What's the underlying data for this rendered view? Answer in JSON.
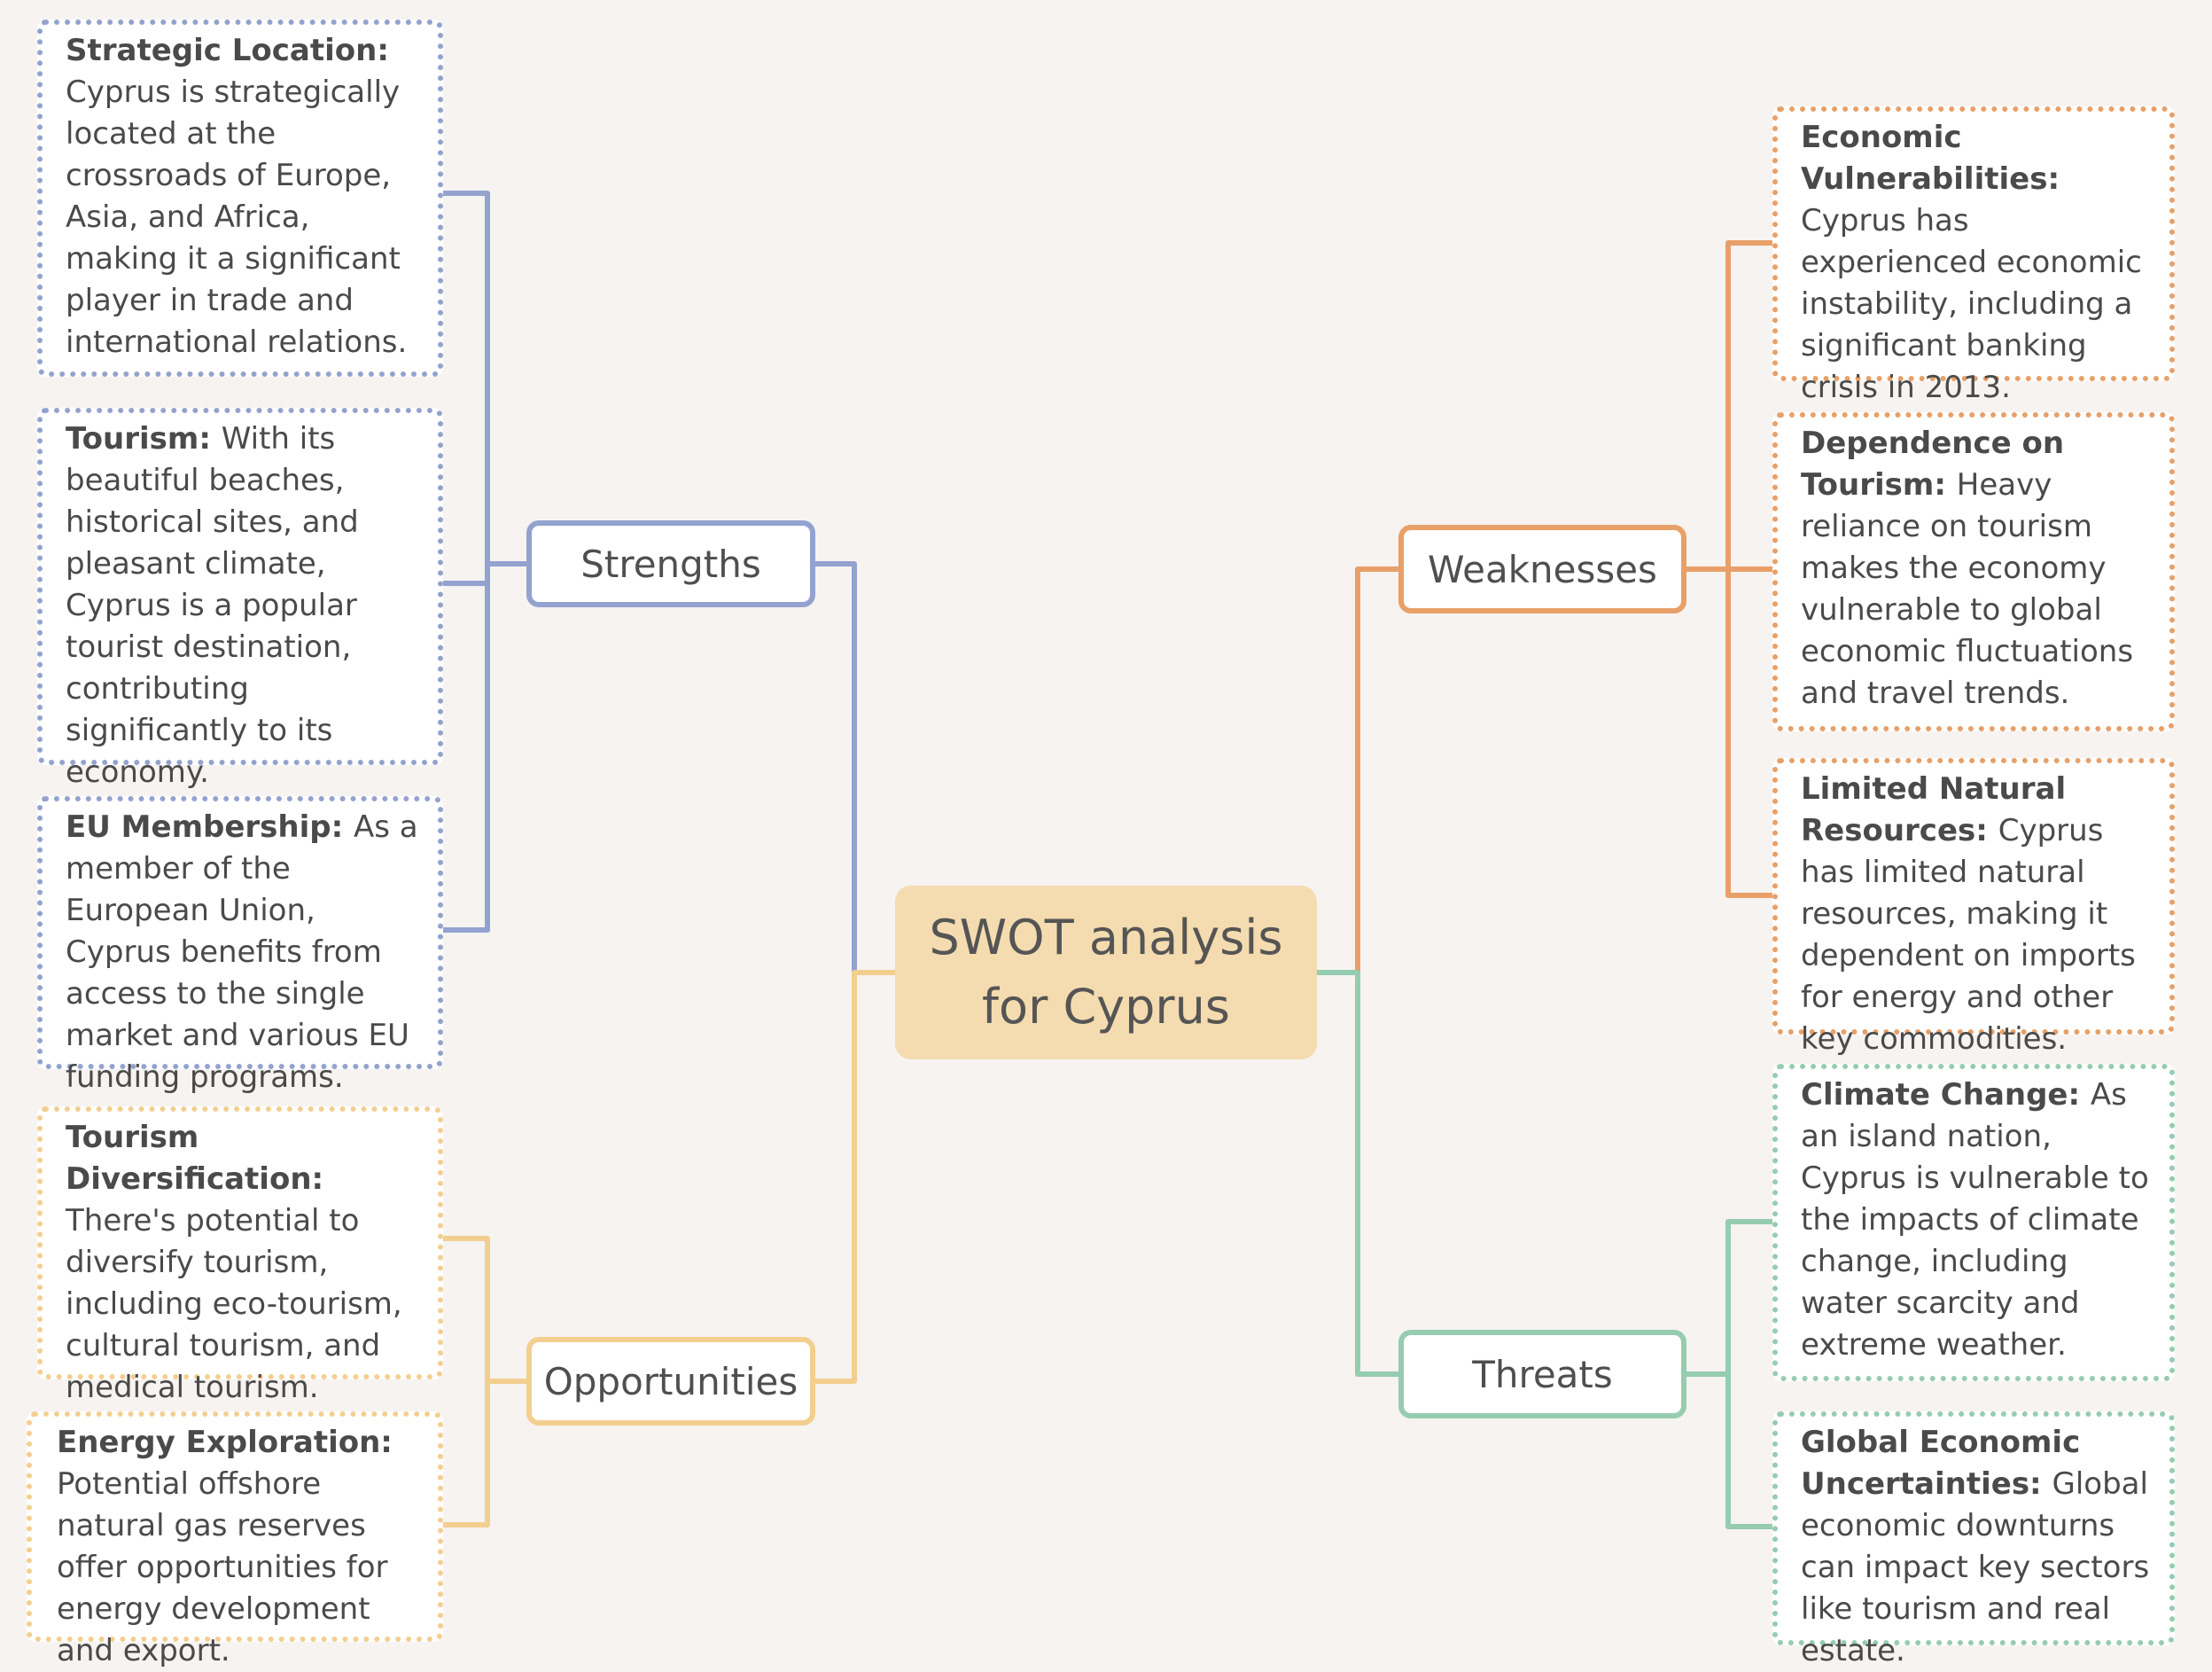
{
  "colors": {
    "strengths": "#93a2cf",
    "weaknesses": "#e8a068",
    "opportunities": "#f3cf8f",
    "threats": "#96ccb0",
    "root_fill": "#f4dcb0",
    "background": "#f6f3f1"
  },
  "root": {
    "line1": "SWOT analysis",
    "line2": "for Cyprus"
  },
  "strengths": {
    "label": "Strengths",
    "items": [
      {
        "title": "Strategic Location:",
        "text": "Cyprus is strategically located at the crossroads of Europe, Asia, and Africa, making it a significant player in trade and international relations."
      },
      {
        "title": "Tourism:",
        "text": "With its beautiful beaches, historical sites, and pleasant climate, Cyprus is a popular tourist destination, contributing significantly to its economy."
      },
      {
        "title": "EU Membership:",
        "text": "As a member of the European Union, Cyprus benefits from access to the single market and various EU funding programs."
      }
    ]
  },
  "opportunities": {
    "label": "Opportunities",
    "items": [
      {
        "title": "Tourism Diversification:",
        "text": "There's potential to diversify tourism, including eco-tourism, cultural tourism, and medical tourism."
      },
      {
        "title": "Energy Exploration:",
        "text": "Potential offshore natural gas reserves offer opportunities for energy development and export."
      }
    ]
  },
  "weaknesses": {
    "label": "Weaknesses",
    "items": [
      {
        "title": "Economic Vulnerabilities:",
        "text": "Cyprus has experienced economic instability, including a significant banking crisis in 2013."
      },
      {
        "title": "Dependence on Tourism:",
        "text": "Heavy reliance on tourism makes the economy vulnerable to global economic fluctuations and travel trends."
      },
      {
        "title": "Limited Natural Resources:",
        "text": "Cyprus has limited natural resources, making it dependent on imports for energy and other key commodities."
      }
    ]
  },
  "threats": {
    "label": "Threats",
    "items": [
      {
        "title": "Climate Change:",
        "text": "As an island nation, Cyprus is vulnerable to the impacts of climate change, including water scarcity and extreme weather."
      },
      {
        "title": "Global Economic Uncertainties:",
        "text": "Global economic downturns can impact key sectors like tourism and real estate."
      }
    ]
  }
}
